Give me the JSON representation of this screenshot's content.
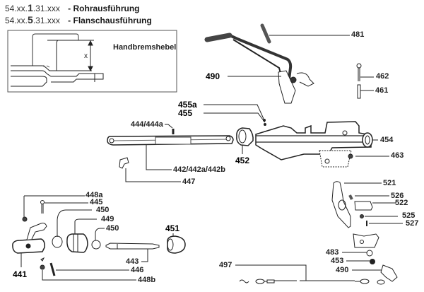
{
  "header": {
    "lines": [
      {
        "code_prefix": "54.xx.",
        "code_digit": "1",
        "code_suffix": ".31.xxx",
        "desc": "- Rohrausführung"
      },
      {
        "code_prefix": "54.xx.",
        "code_digit": "5",
        "code_suffix": ".31.xxx",
        "desc": "- Flanschausführung"
      }
    ]
  },
  "inset": {
    "title": "Handbremshebel",
    "dimension_label": "x"
  },
  "parts": {
    "p481": "481",
    "p490_top": "490",
    "p462": "462",
    "p461": "461",
    "p455a": "455a",
    "p455": "455",
    "p444": "444/444a",
    "p452": "452",
    "p454": "454",
    "p463": "463",
    "p442": "442/442a/442b",
    "p447": "447",
    "p521": "521",
    "p526": "526",
    "p522": "522",
    "p525": "525",
    "p527": "527",
    "p448a": "448a",
    "p445": "445",
    "p450a": "450",
    "p449": "449",
    "p450b": "450",
    "p451": "451",
    "p441": "441",
    "p443": "443",
    "p446": "446",
    "p448b": "448b",
    "p483": "483",
    "p453": "453",
    "p490_bottom": "490",
    "p497": "497"
  }
}
